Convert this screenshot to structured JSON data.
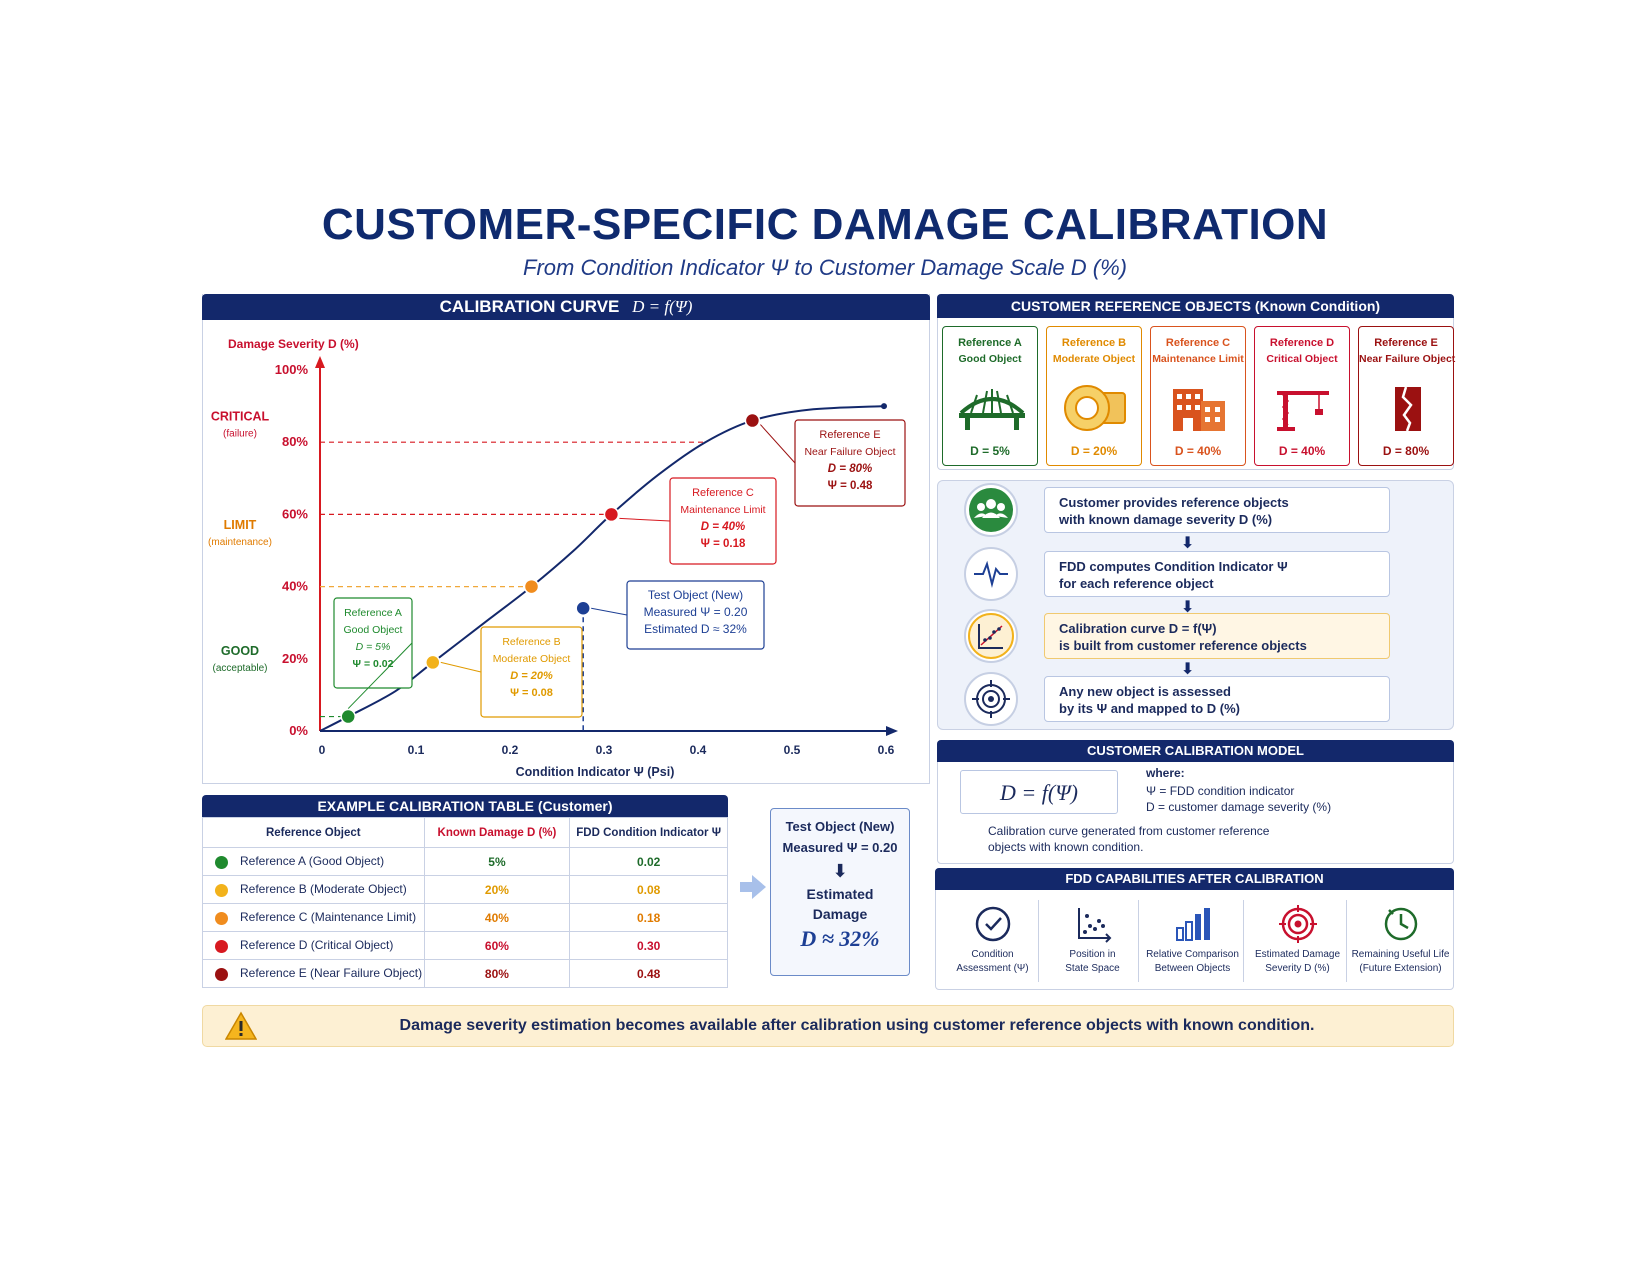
{
  "title": "CUSTOMER-SPECIFIC DAMAGE CALIBRATION",
  "subtitle": "From Condition Indicator Ψ to Customer Damage Scale D (%)",
  "chart_panel": {
    "header": "CALIBRATION CURVE",
    "header_formula": "D = f(Ψ)"
  },
  "chart_data": {
    "type": "line",
    "xlabel": "Condition Indicator Ψ (Psi)",
    "ylabel": "Damage Severity D (%)",
    "xlim": [
      0,
      0.6
    ],
    "ylim": [
      0,
      100
    ],
    "x_ticks": [
      "0",
      "0.1",
      "0.2",
      "0.3",
      "0.4",
      "0.5",
      "0.6"
    ],
    "y_ticks": [
      "0%",
      "20%",
      "40%",
      "60%",
      "80%",
      "100%"
    ],
    "curve": {
      "x": [
        0,
        0.03,
        0.08,
        0.12,
        0.18,
        0.225,
        0.27,
        0.31,
        0.36,
        0.41,
        0.46,
        0.52,
        0.6
      ],
      "y": [
        0,
        4,
        11,
        19,
        31,
        40,
        50,
        60,
        71,
        80,
        86,
        89,
        90
      ]
    },
    "zones": [
      {
        "name": "CRITICAL",
        "note": "(failure)",
        "color": "#c8102e"
      },
      {
        "name": "LIMIT",
        "note": "(maintenance)",
        "color": "#e07b00"
      },
      {
        "name": "GOOD",
        "note": "(acceptable)",
        "color": "#1e6b2a"
      }
    ],
    "references": [
      {
        "label": "Reference A",
        "sub": "Good Object",
        "psi": 0.03,
        "d": 4,
        "d_text": "D = 5%",
        "psi_text": "Ψ = 0.02",
        "color": "#1f8a2e"
      },
      {
        "label": "Reference B",
        "sub": "Moderate Object",
        "psi": 0.12,
        "d": 19,
        "d_text": "D = 20%",
        "psi_text": "Ψ = 0.08",
        "color": "#f2b21b"
      },
      {
        "label": "",
        "sub": "",
        "psi": 0.225,
        "d": 40,
        "d_text": "",
        "psi_text": "",
        "color": "#f08c1e"
      },
      {
        "label": "Reference C",
        "sub": "Maintenance Limit",
        "psi": 0.31,
        "d": 60,
        "d_text": "D = 40%",
        "psi_text": "Ψ = 0.18",
        "color": "#d71920"
      },
      {
        "label": "Reference E",
        "sub": "Near Failure Object",
        "psi": 0.46,
        "d": 86,
        "d_text": "D = 80%",
        "psi_text": "Ψ = 0.48",
        "color": "#9b1111"
      }
    ],
    "test_point": {
      "psi": 0.28,
      "d": 34,
      "title": "Test Object (New)",
      "measured": "Measured Ψ = 0.20",
      "estimated": "Estimated D ≈ 32%",
      "color": "#1d3f94"
    }
  },
  "reference_objects": {
    "header": "CUSTOMER REFERENCE OBJECTS (Known Condition)",
    "items": [
      {
        "title": "Reference A",
        "sub": "Good Object",
        "d": "D = 5%",
        "color": "#1e6b2a",
        "icon": "bridge-icon"
      },
      {
        "title": "Reference B",
        "sub": "Moderate Object",
        "d": "D = 20%",
        "color": "#e08a00",
        "icon": "bearing-icon"
      },
      {
        "title": "Reference C",
        "sub": "Maintenance Limit",
        "d": "D = 40%",
        "color": "#d9531e",
        "icon": "building-icon"
      },
      {
        "title": "Reference D",
        "sub": "Critical Object",
        "d": "D = 40%",
        "color": "#c8102e",
        "icon": "crane-icon"
      },
      {
        "title": "Reference E",
        "sub": "Near Failure Object",
        "d": "D = 80%",
        "color": "#9b1111",
        "icon": "cracked-pillar-icon"
      }
    ]
  },
  "process_steps": [
    {
      "line1": "Customer provides reference objects",
      "line2": "with known damage severity D (%)",
      "icon": "users-icon"
    },
    {
      "line1": "FDD computes Condition Indicator Ψ",
      "line2": "for each reference object",
      "icon": "pulse-icon"
    },
    {
      "line1": "Calibration curve  D = f(Ψ)",
      "line2": "is built from customer reference objects",
      "icon": "scatter-icon"
    },
    {
      "line1": "Any new object is assessed",
      "line2": "by its Ψ and mapped to D (%)",
      "icon": "target-icon"
    }
  ],
  "model": {
    "header": "CUSTOMER CALIBRATION MODEL",
    "formula": "D = f(Ψ)",
    "where": "where:",
    "def1": "Ψ  =  FDD condition indicator",
    "def2": "D  =  customer damage severity (%)",
    "note1": "Calibration curve generated from customer reference",
    "note2": "objects with known condition."
  },
  "capabilities": {
    "header": "FDD CAPABILITIES AFTER CALIBRATION",
    "items": [
      {
        "l1": "Condition",
        "l2": "Assessment (Ψ)",
        "icon": "check-circle-icon",
        "color": "#1b2a5c"
      },
      {
        "l1": "Position in",
        "l2": "State Space",
        "icon": "scatter-plot-icon",
        "color": "#1b2a5c"
      },
      {
        "l1": "Relative Comparison",
        "l2": "Between Objects",
        "icon": "bar-chart-icon",
        "color": "#2a55b8"
      },
      {
        "l1": "Estimated Damage",
        "l2": "Severity D (%)",
        "icon": "target-icon",
        "color": "#c8102e"
      },
      {
        "l1": "Remaining Useful Life",
        "l2": "(Future Extension)",
        "icon": "clock-icon",
        "color": "#1e6b2a"
      }
    ]
  },
  "table": {
    "header": "EXAMPLE CALIBRATION TABLE (Customer)",
    "columns": [
      "Reference Object",
      "Known Damage D (%)",
      "FDD Condition Indicator Ψ"
    ],
    "rows": [
      {
        "name": "Reference A (Good Object)",
        "d": "5%",
        "psi": "0.02",
        "color": "#1f8a2e",
        "text_color": "#1e6b2a"
      },
      {
        "name": "Reference B (Moderate Object)",
        "d": "20%",
        "psi": "0.08",
        "color": "#f2b21b",
        "text_color": "#e09a00"
      },
      {
        "name": "Reference C (Maintenance Limit)",
        "d": "40%",
        "psi": "0.18",
        "color": "#f08c1e",
        "text_color": "#e07b00"
      },
      {
        "name": "Reference D (Critical Object)",
        "d": "60%",
        "psi": "0.30",
        "color": "#d71920",
        "text_color": "#c8102e"
      },
      {
        "name": "Reference E (Near Failure Object)",
        "d": "80%",
        "psi": "0.48",
        "color": "#9b1111",
        "text_color": "#9b1111"
      }
    ]
  },
  "test_box": {
    "title": "Test Object (New)",
    "measured": "Measured Ψ = 0.20",
    "arrow": "⬇",
    "est1": "Estimated",
    "est2": "Damage",
    "result": "D ≈ 32%"
  },
  "note": "Damage severity estimation becomes available after calibration using customer reference objects with known condition."
}
